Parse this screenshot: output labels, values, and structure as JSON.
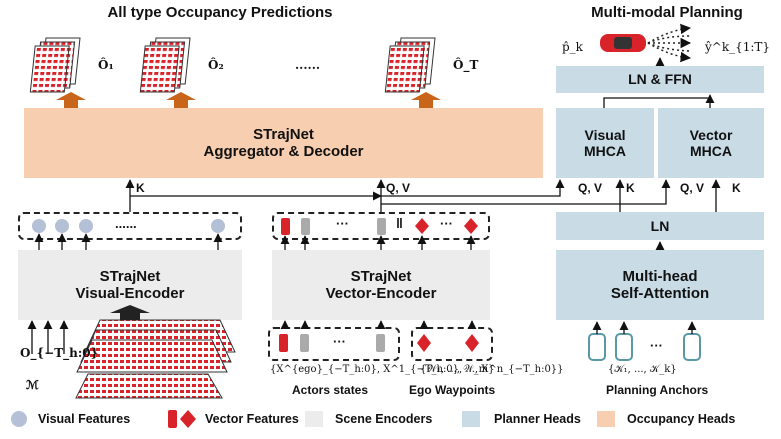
{
  "titles": {
    "occupancy": "All type Occupancy Predictions",
    "planning": "Multi-modal Planning"
  },
  "occupancy_outputs": [
    "Ô₁",
    "Ô₂",
    "......",
    "Ô_T"
  ],
  "blocks": {
    "aggregator": {
      "line1": "STrajNet",
      "line2": "Aggregator & Decoder"
    },
    "visual_encoder": {
      "line1": "STrajNet",
      "line2": "Visual-Encoder"
    },
    "vector_encoder": {
      "line1": "STrajNet",
      "line2": "Vector-Encoder"
    },
    "ln_ffn": "LN & FFN",
    "visual_mhca": {
      "line1": "Visual",
      "line2": "MHCA"
    },
    "vector_mhca": {
      "line1": "Vector",
      "line2": "MHCA"
    },
    "ln": "LN",
    "self_attention": {
      "line1": "Multi-head",
      "line2": "Self-Attention"
    }
  },
  "arrow_labels": {
    "k_agg": "K",
    "qv_agg": "Q, V",
    "qv_visual": "Q, V",
    "k_visual": "K",
    "qv_vector": "Q, V",
    "k_vector": "K"
  },
  "planning_outputs": {
    "score": "p̂_k",
    "traj": "ŷ^k_{1:T}"
  },
  "dots": {
    "visual_tokens": "......",
    "vector_tokens": "···",
    "sep": "‖",
    "waypoints": "···",
    "actors_in": "···",
    "anchors": "···"
  },
  "inputs": {
    "occ_hist": "O_{−T_h:0}",
    "map": "ℳ",
    "actors_math": "{X^{ego}_{−T_h:0}, X^1_{−T_h:0}, ..., X^n_{−T_h:0}}",
    "waypoints_math": "{𝒲₁, ..., 𝒲_m}",
    "anchors_math": "{𝒦₁, ..., 𝒦_k}"
  },
  "captions": {
    "actors": "Actors states",
    "waypoints": "Ego Waypoints",
    "anchors": "Planning Anchors"
  },
  "legend": [
    {
      "label": "Visual Features",
      "icon": "circle",
      "color": "#b4c0d6"
    },
    {
      "label": "Vector Features",
      "icon": "bar-diamond",
      "color": "#d9232a"
    },
    {
      "label": "Scene Encoders",
      "icon": "square",
      "color": "#ececec"
    },
    {
      "label": "Planner Heads",
      "icon": "square",
      "color": "#c9dce6"
    },
    {
      "label": "Occupancy Heads",
      "icon": "square",
      "color": "#f8ceb0"
    }
  ],
  "colors": {
    "red": "#d9232a",
    "grey_bar": "#aaaaaa",
    "arrow_orange": "#c8651b",
    "token_blue": "#b4c0d6",
    "anchor_teal": "#5a98a8"
  }
}
